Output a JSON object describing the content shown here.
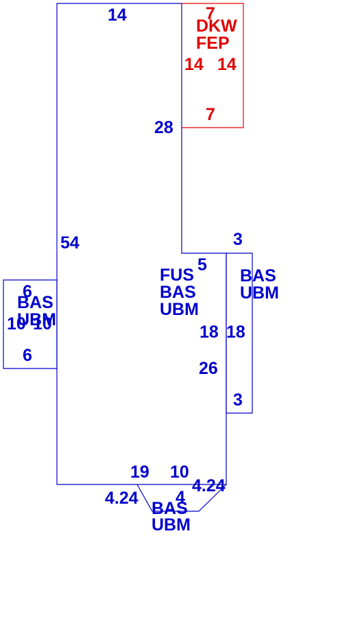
{
  "colors": {
    "main": "#0000cc",
    "accent": "#e00000"
  },
  "deck": {
    "code1": "DKW",
    "code2": "FEP",
    "top": "7",
    "bottom": "7",
    "left": "14",
    "right": "14"
  },
  "main_section": {
    "top": "14",
    "step_right": "28",
    "left": "54",
    "step_top": "5",
    "right_a": "18",
    "right_b": "26",
    "bottom_left": "19",
    "bottom_right": "10",
    "code1": "FUS",
    "code2": "BAS",
    "code3": "UBM"
  },
  "left_section": {
    "top": "6",
    "bottom": "6",
    "left": "10",
    "right": "10",
    "code1": "BAS",
    "code2": "UBM"
  },
  "right_section": {
    "top": "3",
    "bottom": "3",
    "right": "18",
    "code1": "BAS",
    "code2": "UBM"
  },
  "bay_section": {
    "diag_left": "4.24",
    "diag_right": "4.24",
    "bottom": "4",
    "code1": "BAS",
    "code2": "UBM"
  }
}
